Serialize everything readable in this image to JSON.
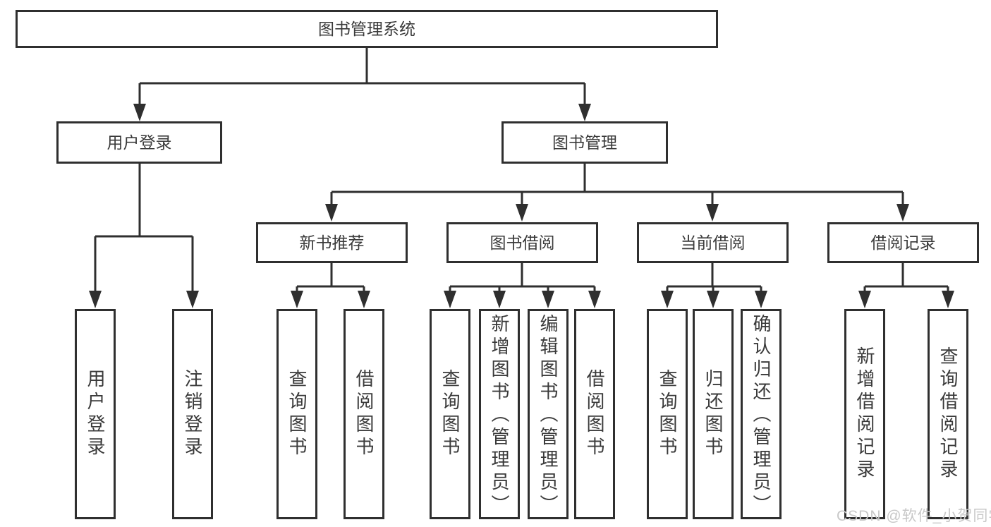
{
  "diagram_title": "图书管理系统",
  "tree": {
    "root": {
      "label": "图书管理系统"
    },
    "children": [
      {
        "label": "用户登录",
        "children": [
          {
            "label": "用户登录"
          },
          {
            "label": "注销登录"
          }
        ]
      },
      {
        "label": "图书管理",
        "children": [
          {
            "label": "新书推荐",
            "children": [
              {
                "label": "查询图书"
              },
              {
                "label": "借阅图书"
              }
            ]
          },
          {
            "label": "图书借阅",
            "children": [
              {
                "label": "查询图书"
              },
              {
                "label": "新增图书（管理员）"
              },
              {
                "label": "编辑图书（管理员）"
              },
              {
                "label": "借阅图书"
              }
            ]
          },
          {
            "label": "当前借阅",
            "children": [
              {
                "label": "查询图书"
              },
              {
                "label": "归还图书"
              },
              {
                "label": "确认归还（管理员）"
              }
            ]
          },
          {
            "label": "借阅记录",
            "children": [
              {
                "label": "新增借阅记录"
              },
              {
                "label": "查询借阅记录"
              }
            ]
          }
        ]
      }
    ]
  },
  "watermark": "CSDN @软件_小贺同学",
  "colors": {
    "line": "#2f2f2f",
    "text": "#3a3a3a",
    "watermark": "#c8c8c8",
    "background": "#ffffff"
  }
}
